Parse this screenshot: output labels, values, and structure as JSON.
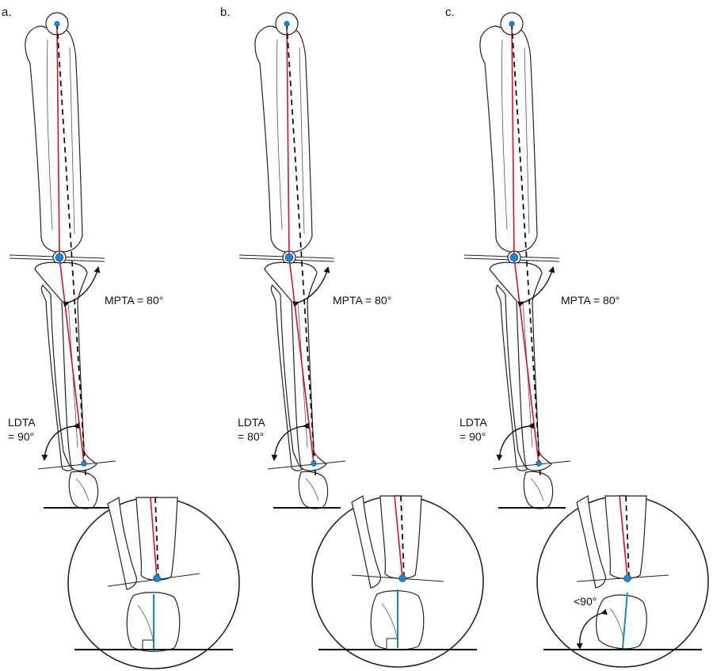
{
  "panels": [
    {
      "letter": "a.",
      "mpta": "MPTA = 80°",
      "ldta_top": "LDTA",
      "ldta_bottom": "= 90°",
      "inset_note": ""
    },
    {
      "letter": "b.",
      "mpta": "MPTA = 80°",
      "ldta_top": "LDTA",
      "ldta_bottom": "= 80°",
      "inset_note": ""
    },
    {
      "letter": "c.",
      "mpta": "MPTA = 80°",
      "ldta_top": "LDTA",
      "ldta_bottom": "= 90°",
      "inset_note": "<90°"
    }
  ],
  "colors": {
    "mechanical_axis": "#d4142a",
    "reference_dashed": "#111111",
    "joint_points": "#1a86d6"
  }
}
